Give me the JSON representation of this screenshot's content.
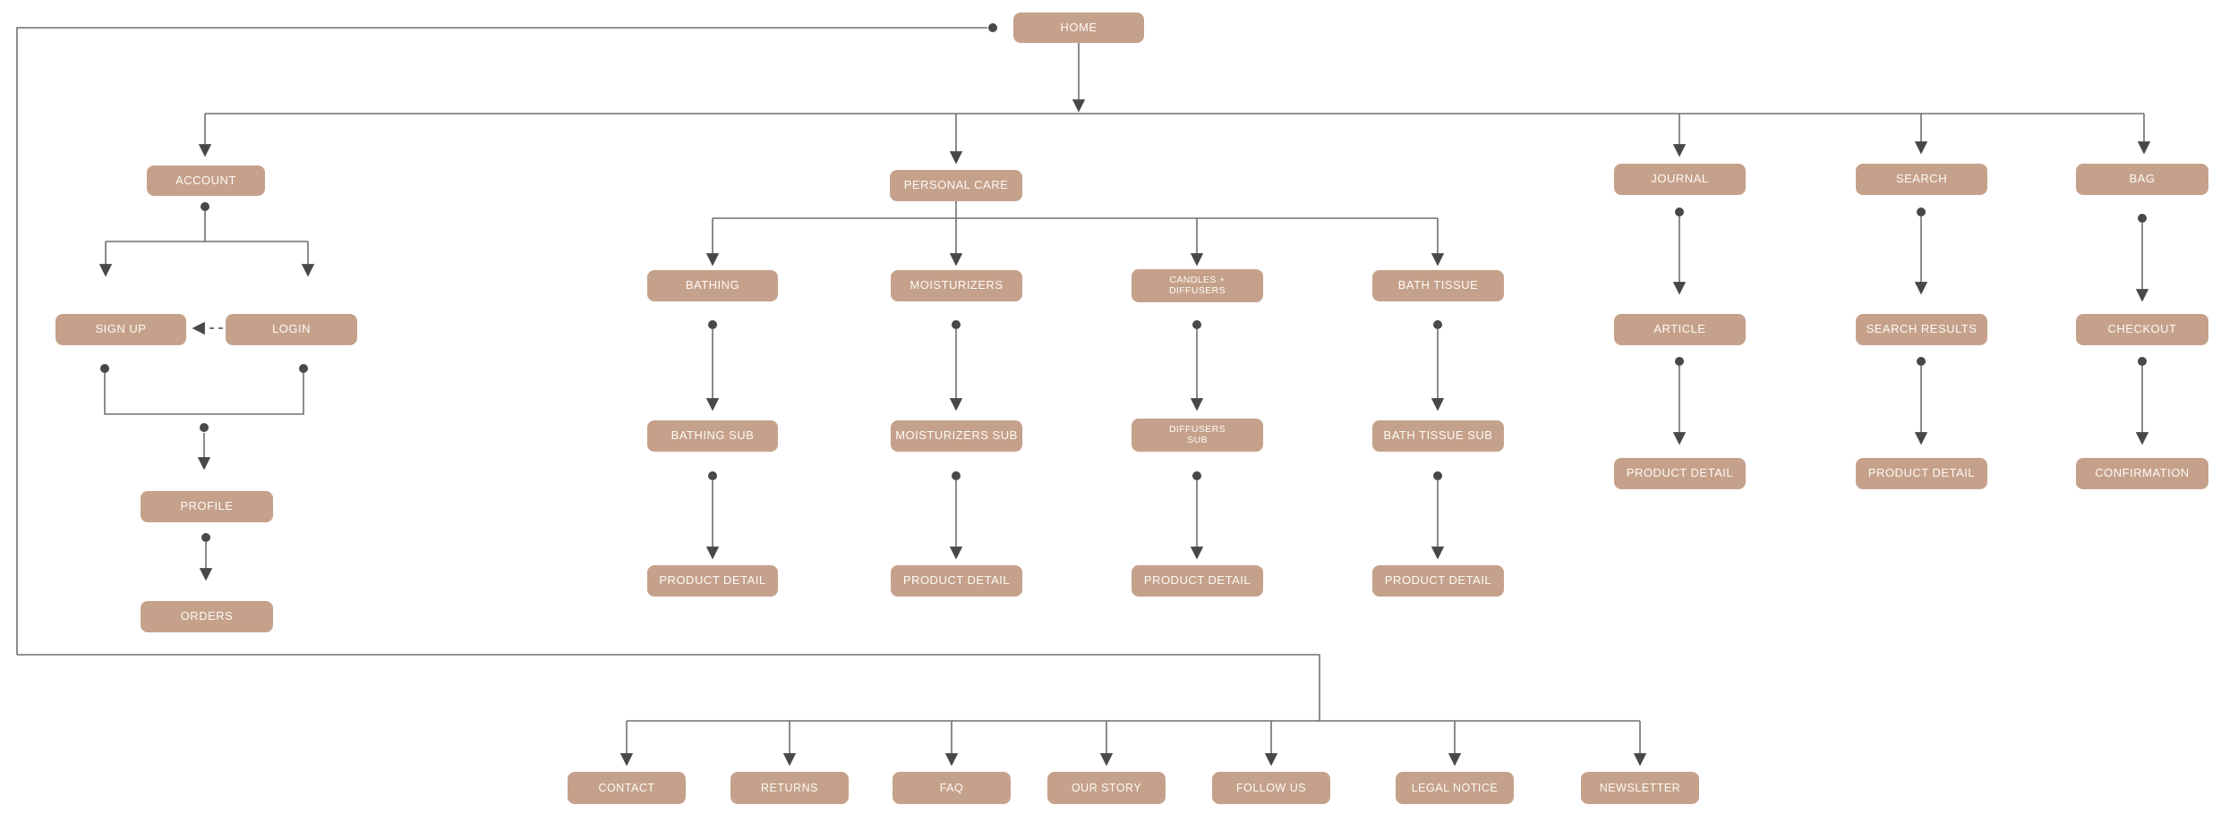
{
  "diagram": {
    "kind": "sitemap-flowchart",
    "colors": {
      "node_fill": "#c5a18b",
      "node_text": "#fdfaf6",
      "line": "#6e6f71",
      "connector_dark": "#47484a",
      "background": "#ffffff"
    },
    "nodes": {
      "home": {
        "label": "HOME"
      },
      "account": {
        "label": "ACCOUNT"
      },
      "sign_up": {
        "label": "SIGN UP"
      },
      "login": {
        "label": "LOGIN"
      },
      "profile": {
        "label": "PROFILE"
      },
      "orders": {
        "label": "ORDERS"
      },
      "personal_care": {
        "label": "PERSONAL CARE"
      },
      "bathing": {
        "label": "BATHING"
      },
      "bathing_sub": {
        "label": "BATHING SUB"
      },
      "bathing_product_detail": {
        "label": "PRODUCT DETAIL"
      },
      "moisturizers": {
        "label": "MOISTURIZERS"
      },
      "moisturizers_sub": {
        "label": "MOISTURIZERS SUB"
      },
      "moisturizers_product_detail": {
        "label": "PRODUCT DETAIL"
      },
      "candles_diffusers": {
        "label": "CANDLES +\nDIFFUSERS"
      },
      "diffusers_sub": {
        "label": "DIFFUSERS\nSUB"
      },
      "candles_product_detail": {
        "label": "PRODUCT DETAIL"
      },
      "bath_tissue": {
        "label": "BATH TISSUE"
      },
      "bath_tissue_sub": {
        "label": "BATH TISSUE SUB"
      },
      "bath_tissue_product_detail": {
        "label": "PRODUCT DETAIL"
      },
      "journal": {
        "label": "JOURNAL"
      },
      "article": {
        "label": "ARTICLE"
      },
      "journal_product_detail": {
        "label": "PRODUCT DETAIL"
      },
      "search": {
        "label": "SEARCH"
      },
      "search_results": {
        "label": "SEARCH RESULTS"
      },
      "search_product_detail": {
        "label": "PRODUCT DETAIL"
      },
      "bag": {
        "label": "BAG"
      },
      "checkout": {
        "label": "CHECKOUT"
      },
      "confirmation": {
        "label": "CONFIRMATION"
      },
      "contact": {
        "label": "CONTACT"
      },
      "returns": {
        "label": "RETURNS"
      },
      "faq": {
        "label": "FAQ"
      },
      "our_story": {
        "label": "OUR STORY"
      },
      "follow_us": {
        "label": "FOLLOW US"
      },
      "legal_notice": {
        "label": "LEGAL NOTICE"
      },
      "newsletter": {
        "label": "NEWSLETTER"
      }
    },
    "edges": [
      {
        "from": "home",
        "to": "account"
      },
      {
        "from": "home",
        "to": "personal_care"
      },
      {
        "from": "home",
        "to": "journal"
      },
      {
        "from": "home",
        "to": "search"
      },
      {
        "from": "home",
        "to": "bag"
      },
      {
        "from": "account",
        "to": "sign_up"
      },
      {
        "from": "account",
        "to": "login"
      },
      {
        "from": "login",
        "to": "sign_up",
        "style": "dashed"
      },
      {
        "from": "sign_up+login",
        "to": "profile"
      },
      {
        "from": "profile",
        "to": "orders"
      },
      {
        "from": "personal_care",
        "to": "bathing"
      },
      {
        "from": "personal_care",
        "to": "moisturizers"
      },
      {
        "from": "personal_care",
        "to": "candles_diffusers"
      },
      {
        "from": "personal_care",
        "to": "bath_tissue"
      },
      {
        "from": "bathing",
        "to": "bathing_sub"
      },
      {
        "from": "bathing_sub",
        "to": "bathing_product_detail"
      },
      {
        "from": "moisturizers",
        "to": "moisturizers_sub"
      },
      {
        "from": "moisturizers_sub",
        "to": "moisturizers_product_detail"
      },
      {
        "from": "candles_diffusers",
        "to": "diffusers_sub"
      },
      {
        "from": "diffusers_sub",
        "to": "candles_product_detail"
      },
      {
        "from": "bath_tissue",
        "to": "bath_tissue_sub"
      },
      {
        "from": "bath_tissue_sub",
        "to": "bath_tissue_product_detail"
      },
      {
        "from": "journal",
        "to": "article"
      },
      {
        "from": "article",
        "to": "journal_product_detail"
      },
      {
        "from": "search",
        "to": "search_results"
      },
      {
        "from": "search_results",
        "to": "search_product_detail"
      },
      {
        "from": "bag",
        "to": "checkout"
      },
      {
        "from": "checkout",
        "to": "confirmation"
      },
      {
        "from": "home-loop",
        "to": "contact"
      },
      {
        "from": "home-loop",
        "to": "returns"
      },
      {
        "from": "home-loop",
        "to": "faq"
      },
      {
        "from": "home-loop",
        "to": "our_story"
      },
      {
        "from": "home-loop",
        "to": "follow_us"
      },
      {
        "from": "home-loop",
        "to": "legal_notice"
      },
      {
        "from": "home-loop",
        "to": "newsletter"
      }
    ]
  }
}
